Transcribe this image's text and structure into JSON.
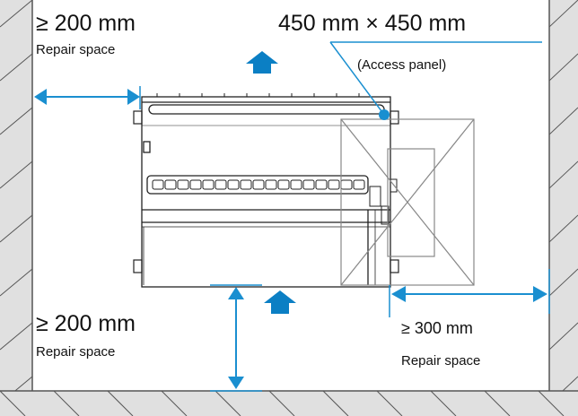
{
  "labels": {
    "top_left_clearance": "≥ 200 mm",
    "top_left_caption": "Repair space",
    "access_panel_size": "450 mm × 450 mm",
    "access_panel_caption": "(Access panel)",
    "bottom_left_clearance": "≥ 200 mm",
    "bottom_left_caption": "Repair space",
    "right_clearance": "≥ 300 mm",
    "right_caption": "Repair space"
  },
  "colors": {
    "dimension": "#1a8fd0",
    "arrow_fill": "#0b7fc4",
    "wall_fill": "#e0e0e0",
    "wall_line": "#555555",
    "unit_line": "#222222",
    "panel_line": "#888888"
  },
  "icons": [
    "airflow-arrow-up-icon",
    "dimension-arrow-icon",
    "access-dot-icon"
  ]
}
